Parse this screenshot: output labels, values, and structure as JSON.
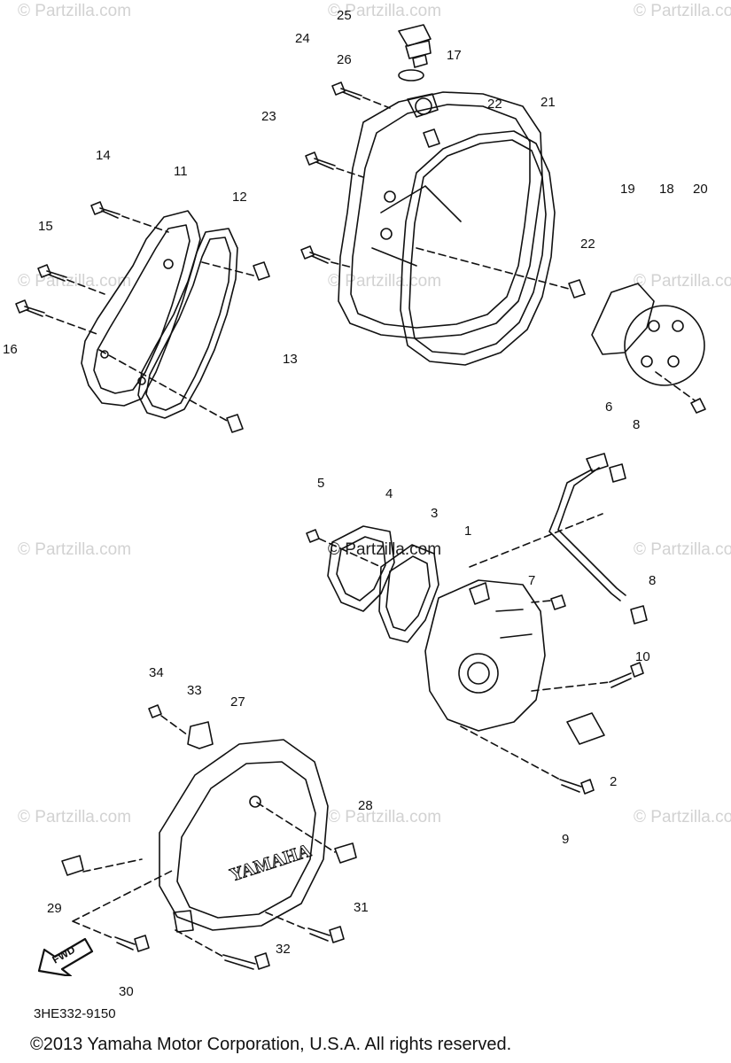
{
  "watermark": "© Partzilla.com",
  "center_watermark": "© Partzilla.com",
  "part_numbers": [
    "1",
    "2",
    "3",
    "4",
    "5",
    "6",
    "7",
    "8",
    "9",
    "10",
    "11",
    "12",
    "13",
    "14",
    "15",
    "16",
    "17",
    "18",
    "19",
    "20",
    "21",
    "22",
    "23",
    "24",
    "25",
    "26",
    "27",
    "28",
    "29",
    "30",
    "31",
    "32",
    "33",
    "34"
  ],
  "extra_labels": {
    "eight_b": "8",
    "twentytwo_b": "22"
  },
  "cover_text": "YAMAHA",
  "fwd_text": "FWD",
  "diagram_code": "3HE332-9150",
  "copyright": "©2013 Yamaha Motor Corporation, U.S.A. All rights reserved."
}
